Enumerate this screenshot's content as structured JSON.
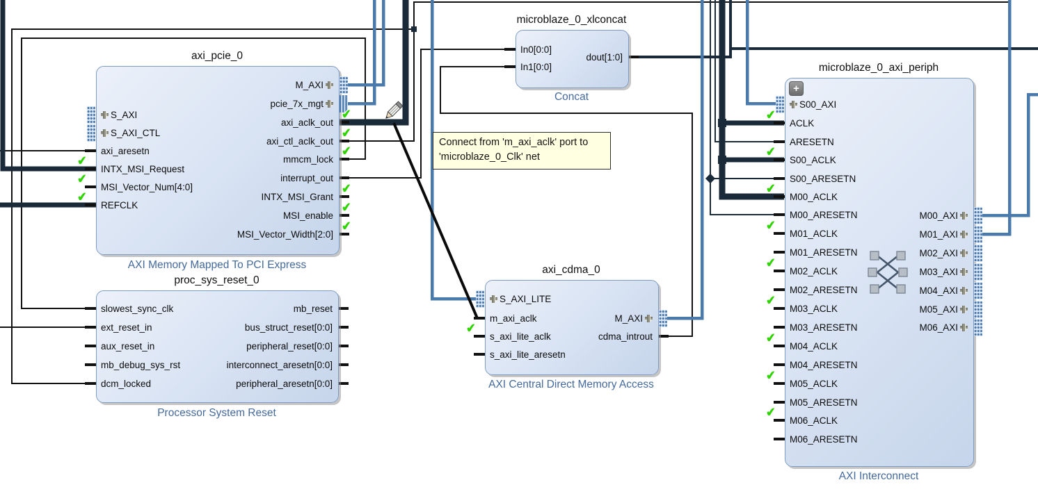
{
  "tooltip": {
    "line1": "Connect from 'm_axi_aclk' port to",
    "line2": "'microblaze_0_Clk' net"
  },
  "icons": {
    "check": "✔",
    "expander": "+"
  },
  "colors": {
    "wire_blue": "#4a7aab",
    "wire_navy": "#1b2a38",
    "wire_black": "#111111",
    "check_green": "#2fd400",
    "block_fill": "#dbe5f4",
    "block_border": "#7e9cc2",
    "block_label": "#44699d",
    "tooltip_bg": "#ffffe1",
    "marker_blue": "#4a78ad"
  },
  "blocks": [
    {
      "id": "axi_pcie_0",
      "title": "axi_pcie_0",
      "label": "AXI Memory Mapped To PCI Express",
      "left_ports": [
        {
          "name": "S_AXI",
          "iface": true,
          "marker": "dots"
        },
        {
          "name": "S_AXI_CTL",
          "iface": true,
          "marker": "dots"
        },
        {
          "name": "axi_aresetn"
        },
        {
          "name": "INTX_MSI_Request",
          "check": true
        },
        {
          "name": "MSI_Vector_Num[4:0]",
          "check": true
        },
        {
          "name": "REFCLK",
          "check": true
        }
      ],
      "right_ports": [
        {
          "name": "M_AXI",
          "iface": true,
          "marker": "dots"
        },
        {
          "name": "pcie_7x_mgt",
          "iface": true,
          "marker": "bars"
        },
        {
          "name": "axi_aclk_out",
          "check": true
        },
        {
          "name": "axi_ctl_aclk_out",
          "check": true
        },
        {
          "name": "mmcm_lock",
          "check": true
        },
        {
          "name": "interrupt_out"
        },
        {
          "name": "INTX_MSI_Grant",
          "check": true
        },
        {
          "name": "MSI_enable",
          "check": true
        },
        {
          "name": "MSI_Vector_Width[2:0]",
          "check": true
        }
      ]
    },
    {
      "id": "proc_sys_reset_0",
      "title": "proc_sys_reset_0",
      "label": "Processor System Reset",
      "left_ports": [
        {
          "name": "slowest_sync_clk"
        },
        {
          "name": "ext_reset_in"
        },
        {
          "name": "aux_reset_in"
        },
        {
          "name": "mb_debug_sys_rst"
        },
        {
          "name": "dcm_locked"
        }
      ],
      "right_ports": [
        {
          "name": "mb_reset"
        },
        {
          "name": "bus_struct_reset[0:0]"
        },
        {
          "name": "peripheral_reset[0:0]"
        },
        {
          "name": "interconnect_aresetn[0:0]"
        },
        {
          "name": "peripheral_aresetn[0:0]"
        }
      ]
    },
    {
      "id": "microblaze_0_xlconcat",
      "title": "microblaze_0_xlconcat",
      "label": "Concat",
      "left_ports": [
        {
          "name": "In0[0:0]"
        },
        {
          "name": "In1[0:0]"
        }
      ],
      "right_ports": [
        {
          "name": "dout[1:0]"
        }
      ]
    },
    {
      "id": "axi_cdma_0",
      "title": "axi_cdma_0",
      "label": "AXI Central Direct Memory Access",
      "left_ports": [
        {
          "name": "S_AXI_LITE",
          "iface": true,
          "marker": "dots"
        },
        {
          "name": "m_axi_aclk"
        },
        {
          "name": "s_axi_lite_aclk",
          "check": true
        },
        {
          "name": "s_axi_lite_aresetn"
        }
      ],
      "right_ports": [
        {
          "name": "M_AXI",
          "iface": true,
          "marker": "dots"
        },
        {
          "name": "cdma_introut"
        }
      ]
    },
    {
      "id": "microblaze_0_axi_periph",
      "title": "microblaze_0_axi_periph",
      "label": "AXI Interconnect",
      "left_ports": [
        {
          "name": "S00_AXI",
          "iface": true,
          "marker": "dots"
        },
        {
          "name": "ACLK",
          "check": true
        },
        {
          "name": "ARESETN"
        },
        {
          "name": "S00_ACLK",
          "check": true
        },
        {
          "name": "S00_ARESETN"
        },
        {
          "name": "M00_ACLK",
          "check": true
        },
        {
          "name": "M00_ARESETN"
        },
        {
          "name": "M01_ACLK",
          "check": true
        },
        {
          "name": "M01_ARESETN"
        },
        {
          "name": "M02_ACLK",
          "check": true
        },
        {
          "name": "M02_ARESETN"
        },
        {
          "name": "M03_ACLK",
          "check": true
        },
        {
          "name": "M03_ARESETN"
        },
        {
          "name": "M04_ACLK",
          "check": true
        },
        {
          "name": "M04_ARESETN"
        },
        {
          "name": "M05_ACLK",
          "check": true
        },
        {
          "name": "M05_ARESETN"
        },
        {
          "name": "M06_ACLK",
          "check": true
        },
        {
          "name": "M06_ARESETN"
        }
      ],
      "right_ports": [
        {
          "name": "M00_AXI",
          "iface": true,
          "marker": "dots"
        },
        {
          "name": "M01_AXI",
          "iface": true,
          "marker": "dots"
        },
        {
          "name": "M02_AXI",
          "iface": true,
          "marker": "dots"
        },
        {
          "name": "M03_AXI",
          "iface": true,
          "marker": "dots"
        },
        {
          "name": "M04_AXI",
          "iface": true,
          "marker": "dots"
        },
        {
          "name": "M05_AXI",
          "iface": true,
          "marker": "dots"
        },
        {
          "name": "M06_AXI",
          "iface": true,
          "marker": "dots"
        }
      ]
    }
  ]
}
